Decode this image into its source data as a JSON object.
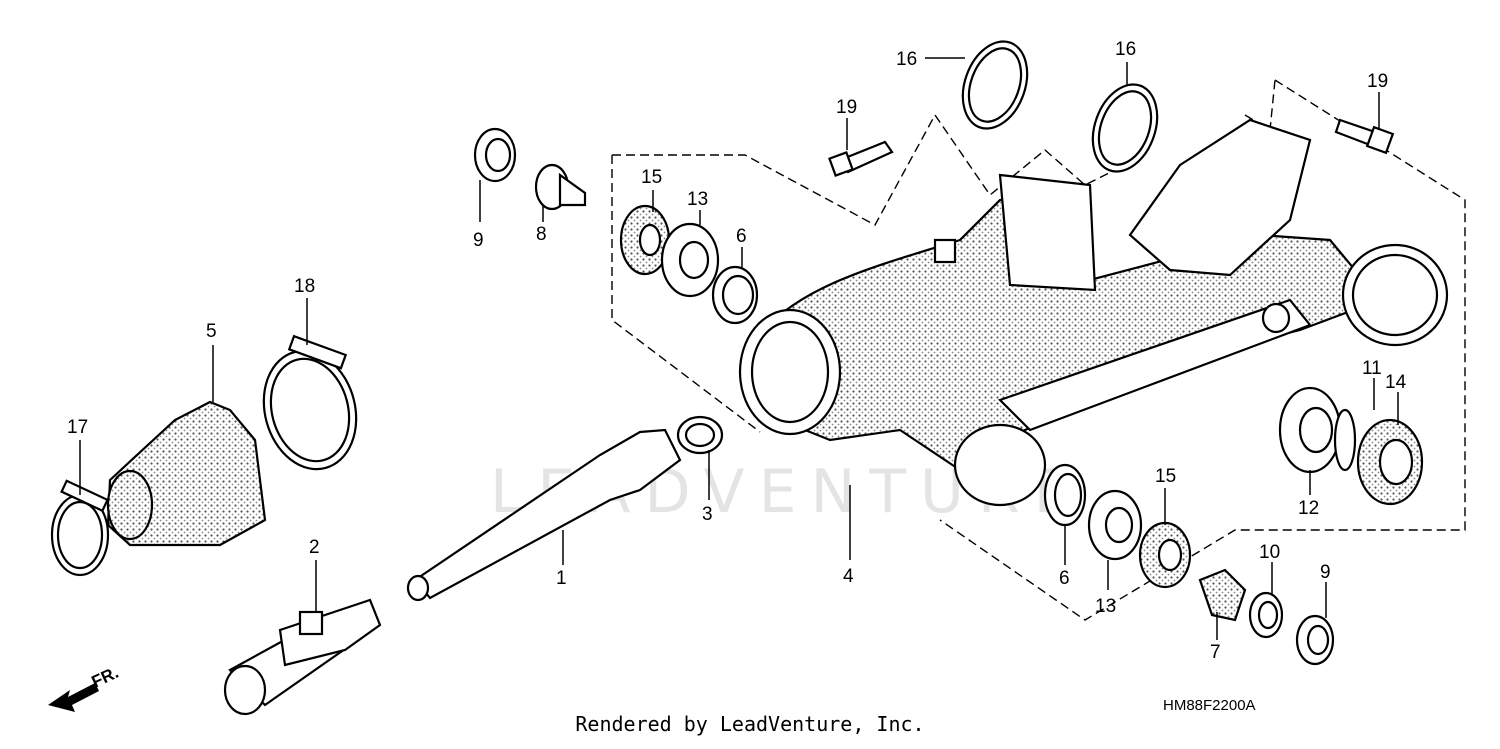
{
  "diagram": {
    "code": "HM88F2200A",
    "footer": "Rendered by LeadVenture, Inc.",
    "watermark": "LEADVENTURE",
    "front_arrow": "FR.",
    "callouts": {
      "c1": "1",
      "c2": "2",
      "c3": "3",
      "c4": "4",
      "c5": "5",
      "c6a": "6",
      "c6b": "6",
      "c7": "7",
      "c8": "8",
      "c9a": "9",
      "c9b": "9",
      "c10": "10",
      "c11": "11",
      "c12": "12",
      "c13a": "13",
      "c13b": "13",
      "c14": "14",
      "c15a": "15",
      "c15b": "15",
      "c16a": "16",
      "c16b": "16",
      "c17": "17",
      "c18": "18",
      "c19a": "19",
      "c19b": "19"
    }
  }
}
